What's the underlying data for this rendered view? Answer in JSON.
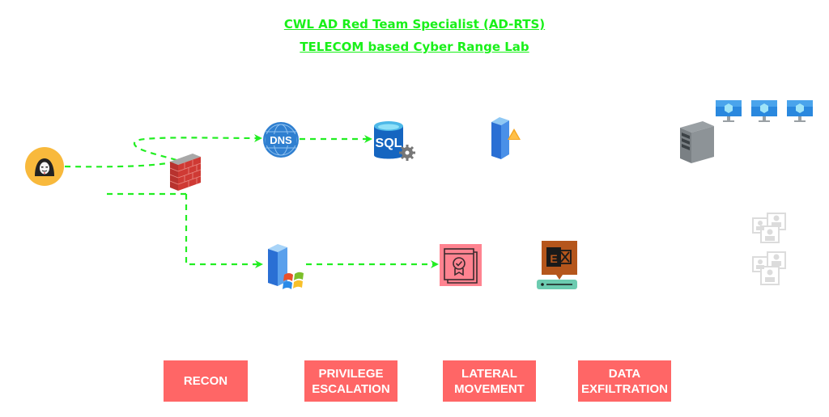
{
  "header": {
    "title_line1": "CWL AD Red Team Specialist (AD-RTS)",
    "title_line2": "TELECOM based Cyber Range Lab",
    "title_color": "#19f019"
  },
  "nodes": [
    {
      "id": "attacker",
      "icon": "hacker-icon"
    },
    {
      "id": "firewall",
      "icon": "firewall-icon"
    },
    {
      "id": "dns",
      "icon": "dns-icon",
      "label": "DNS"
    },
    {
      "id": "sql",
      "icon": "sql-database-icon",
      "label": "SQL"
    },
    {
      "id": "app-server",
      "icon": "server-warning-icon"
    },
    {
      "id": "file-server",
      "icon": "server-tower-icon"
    },
    {
      "id": "workstations",
      "icon": "virtual-machine-icon",
      "count": 3
    },
    {
      "id": "user-groups",
      "icon": "user-group-icon",
      "count": 2
    },
    {
      "id": "windows-server",
      "icon": "windows-server-icon"
    },
    {
      "id": "certificate-authority",
      "icon": "certificate-icon"
    },
    {
      "id": "exchange",
      "icon": "exchange-server-icon",
      "label": "E"
    }
  ],
  "link_color": "#22ee22",
  "phases": [
    {
      "label_line1": "RECON",
      "label_line2": ""
    },
    {
      "label_line1": "PRIVILEGE",
      "label_line2": "ESCALATION"
    },
    {
      "label_line1": "LATERAL",
      "label_line2": "MOVEMENT"
    },
    {
      "label_line1": "DATA",
      "label_line2": "EXFILTRATION"
    }
  ],
  "phase_color": "#ff6666"
}
